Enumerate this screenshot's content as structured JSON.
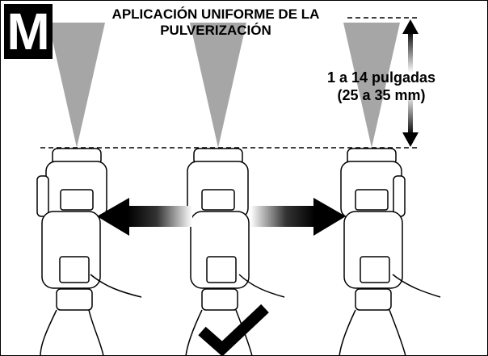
{
  "badge": {
    "letter": "M"
  },
  "title": {
    "line1": "APLICACIÓN UNIFORME DE LA",
    "line2": "PULVERIZACIÓN"
  },
  "distance": {
    "line1": "1 a 14 pulgadas",
    "line2": "(25 a 35 mm)"
  },
  "colors": {
    "spray": "#a6a6a6",
    "arrow": "#000000",
    "outline": "#000000"
  },
  "icons": [
    "check-mark-icon",
    "double-arrow-icon",
    "left-arrow-icon",
    "right-arrow-icon"
  ]
}
